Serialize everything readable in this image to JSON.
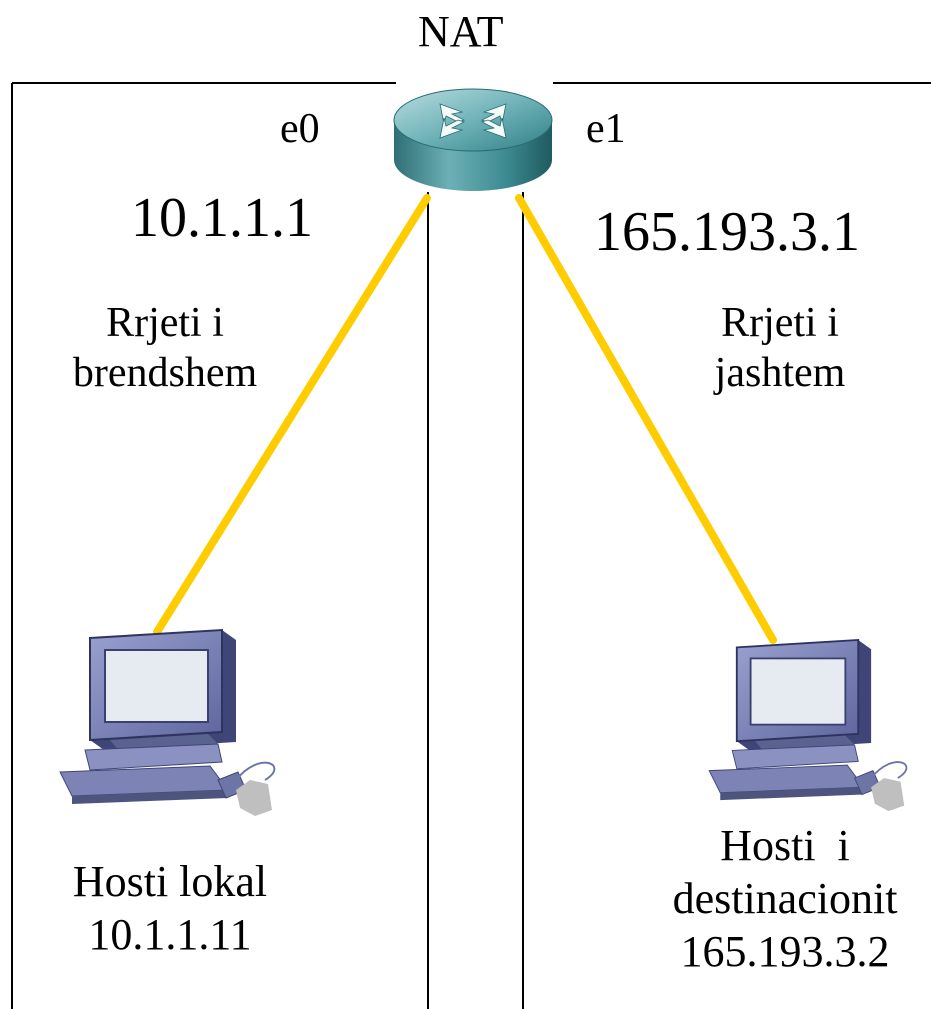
{
  "diagram": {
    "router": {
      "label": "NAT",
      "icon": "router-icon",
      "interfaces": {
        "left": {
          "name": "e0",
          "ip": "10.1.1.1"
        },
        "right": {
          "name": "e1",
          "ip": "165.193.3.1"
        }
      }
    },
    "networks": {
      "inside": {
        "line1": "Rrjeti i",
        "line2": "brendshem"
      },
      "outside": {
        "line1": "Rrjeti i",
        "line2": "jashtem"
      }
    },
    "hosts": {
      "local": {
        "line1": "Hosti lokal",
        "line2": "10.1.1.11",
        "icon": "computer-icon"
      },
      "destination": {
        "line1": "Hosti  i",
        "line2": "destinacionit",
        "line3": "165.193.3.2",
        "icon": "computer-icon"
      }
    },
    "colors": {
      "link": "#ffcc00",
      "frame": "#000000",
      "router_body": "#3a8a8f",
      "monitor": "#7d84b5"
    }
  }
}
